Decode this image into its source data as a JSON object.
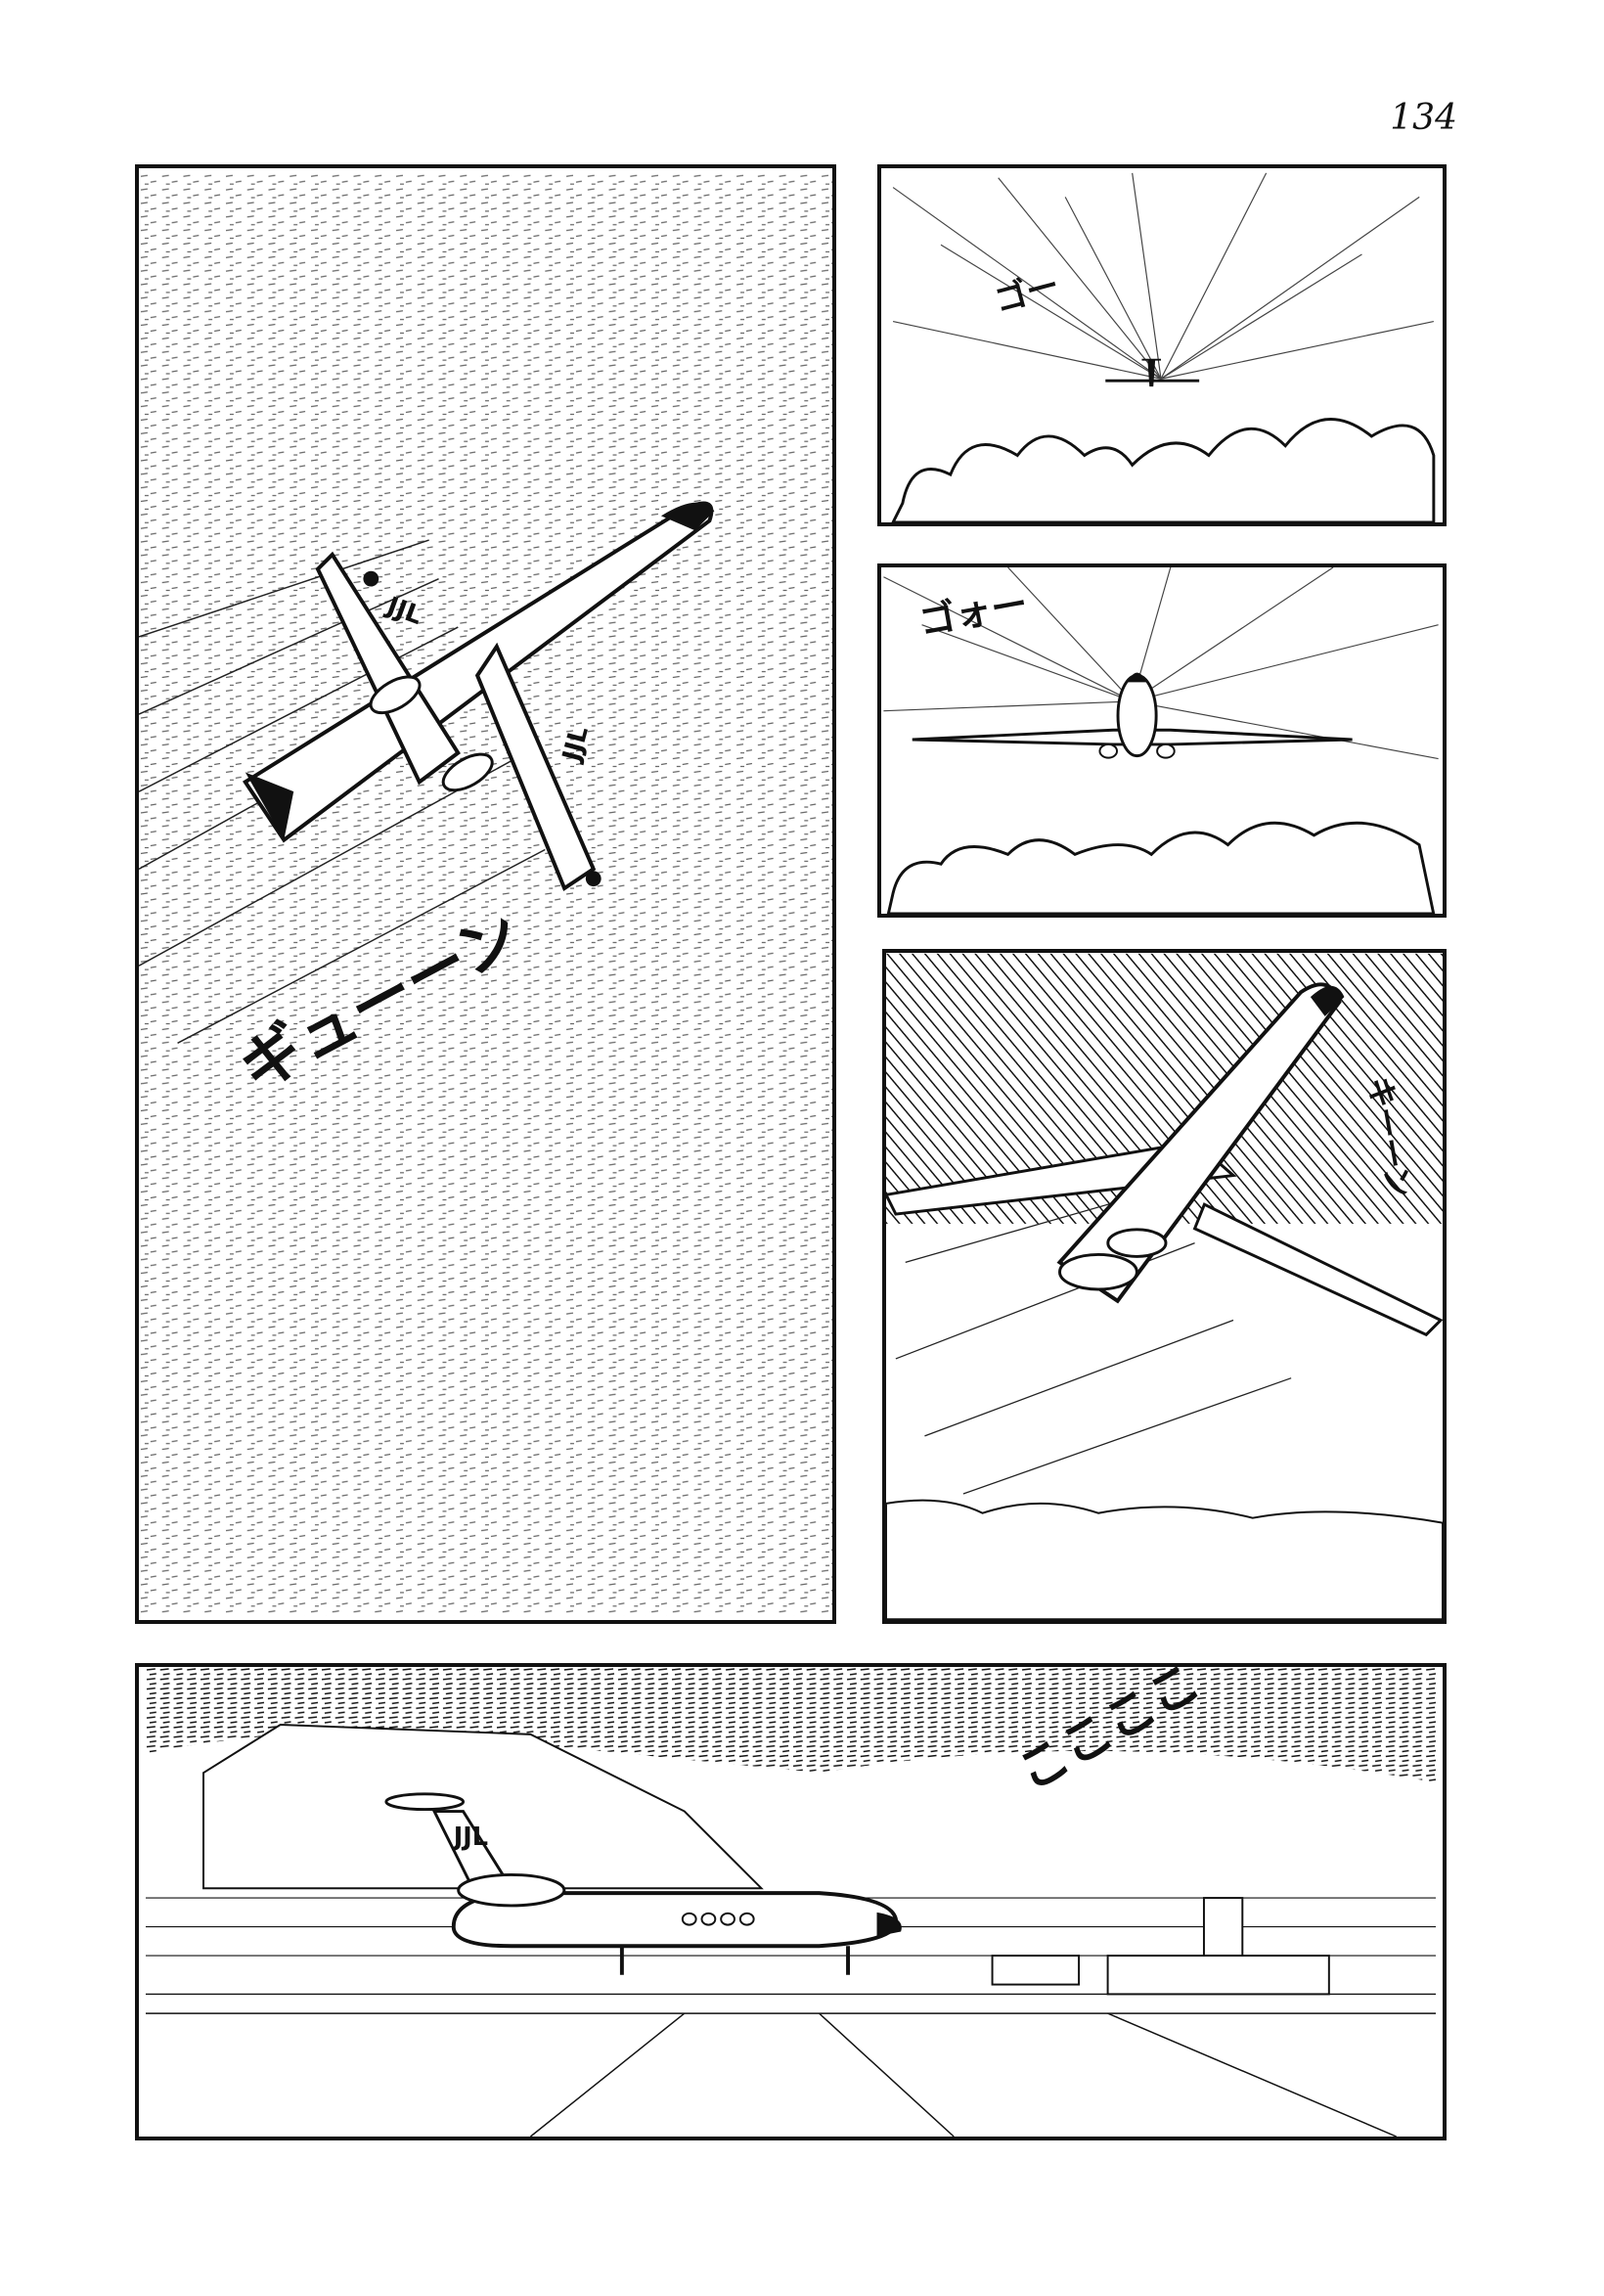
{
  "page": {
    "number": "134"
  },
  "panels": [
    {
      "id": "panel-1",
      "aircraft_marking": "JJL",
      "sound_effect": "ギューーン"
    },
    {
      "id": "panel-2",
      "sound_effect": "ゴー"
    },
    {
      "id": "panel-3",
      "sound_effect": "ゴォー"
    },
    {
      "id": "panel-4",
      "sound_effect": "キーーン"
    },
    {
      "id": "panel-5",
      "aircraft_marking": "JJL",
      "sound_effect": "ここここ"
    }
  ],
  "colors": {
    "ink": "#111111",
    "paper": "#ffffff",
    "sky_hatching": "#555555"
  }
}
